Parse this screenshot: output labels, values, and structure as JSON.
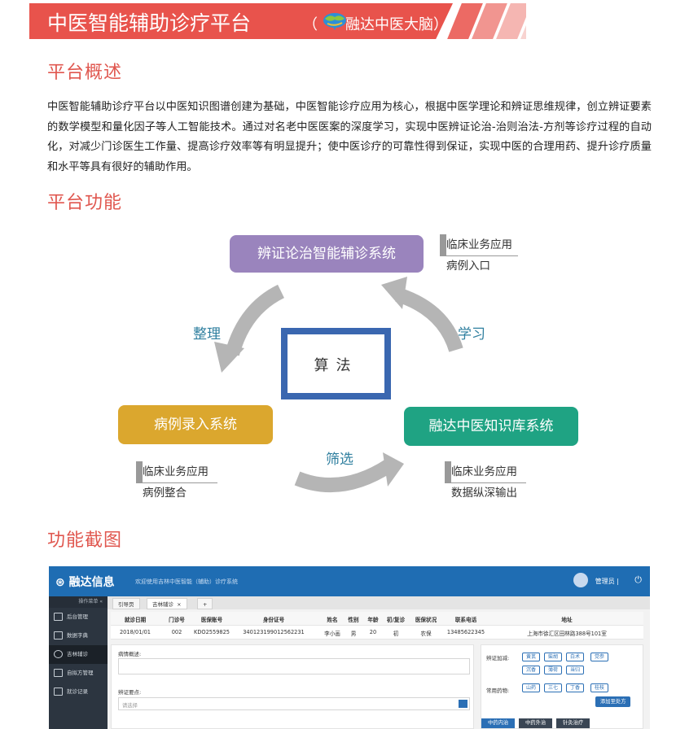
{
  "banner": {
    "title": "中医智能辅助诊疗平台",
    "subtitle_open": "（",
    "brand": "融达中医大脑",
    "subtitle_close": "）",
    "colors": {
      "bar": "#e8534c",
      "stripes": [
        "#ec6a64",
        "#f19590",
        "#f5b6b2",
        "#f8d3d0"
      ]
    }
  },
  "overview": {
    "heading": "平台概述",
    "paragraph": "中医智能辅助诊疗平台以中医知识图谱创建为基础，中医智能诊疗应用为核心，根据中医学理论和辨证思维规律，创立辨证要素的数学模型和量化因子等人工智能技术。通过对名老中医医案的深度学习，实现中医辨证论治-治则治法-方剂等诊疗过程的自动化，对减少门诊医生工作量、提高诊疗效率等有明显提升；使中医诊疗的可靠性得到保证，实现中医的合理用药、提升诊疗质量和水平等具有很好的辅助作用。"
  },
  "functions": {
    "heading": "平台功能",
    "center": "算法",
    "nodes": {
      "top": {
        "label": "辨证论治智能辅诊系统",
        "color": "#9a84bd",
        "tags": [
          "临床业务应用",
          "病例入口"
        ]
      },
      "left": {
        "label": "病例录入系统",
        "color": "#dba72e",
        "tags": [
          "临床业务应用",
          "病例整合"
        ]
      },
      "right": {
        "label": "融达中医知识库系统",
        "color": "#1fa383",
        "tags": [
          "临床业务应用",
          "数据纵深输出"
        ]
      }
    },
    "arrows": {
      "left": "整理",
      "right": "学习",
      "bottom": "筛选"
    }
  },
  "screenshot": {
    "heading": "功能截图",
    "app": {
      "logo": "融达信息",
      "welcome": "欢迎使用吉林中医智能（辅助）诊疗系统",
      "user": "管理员",
      "separator": "|",
      "power_icon": "⏻",
      "sidebar_header": "操作菜单 «",
      "sidebar": [
        "后台管理",
        "数据字典",
        "吉林辅诊",
        "自拟方管理",
        "就诊记录"
      ],
      "active_sidebar": "吉林辅诊",
      "tabs": [
        "引导页",
        "吉林辅诊"
      ],
      "tab_close": "×",
      "tab_add": "+",
      "columns": [
        "就诊日期",
        "门诊号",
        "医保账号",
        "身份证号",
        "姓名",
        "性别",
        "年龄",
        "初/复诊",
        "医保状况",
        "联系电话",
        "地址"
      ],
      "row": [
        "2018/01/01",
        "002",
        "KDO2559825",
        "340123199012562231",
        "李小画",
        "男",
        "20",
        "初",
        "农保",
        "13485622345",
        "上海市徐汇区田林路388号101室"
      ],
      "fields": {
        "illness": "病情概述:",
        "key_points": "辨证要点:",
        "select_placeholder": "请选择"
      },
      "syndrome_label": "辨证加减:",
      "syndrome_chips": [
        "黄芪",
        "柴胡",
        "白术",
        "党参",
        "沉香",
        "薄荷",
        "当归"
      ],
      "herbs_label": "常用药物:",
      "herb_chips": [
        "山药",
        "三七",
        "丁香",
        "桂枝"
      ],
      "add_button": "添加至处方",
      "bottom_tabs": [
        "中药内治",
        "中药外治",
        "针灸治疗"
      ]
    }
  }
}
